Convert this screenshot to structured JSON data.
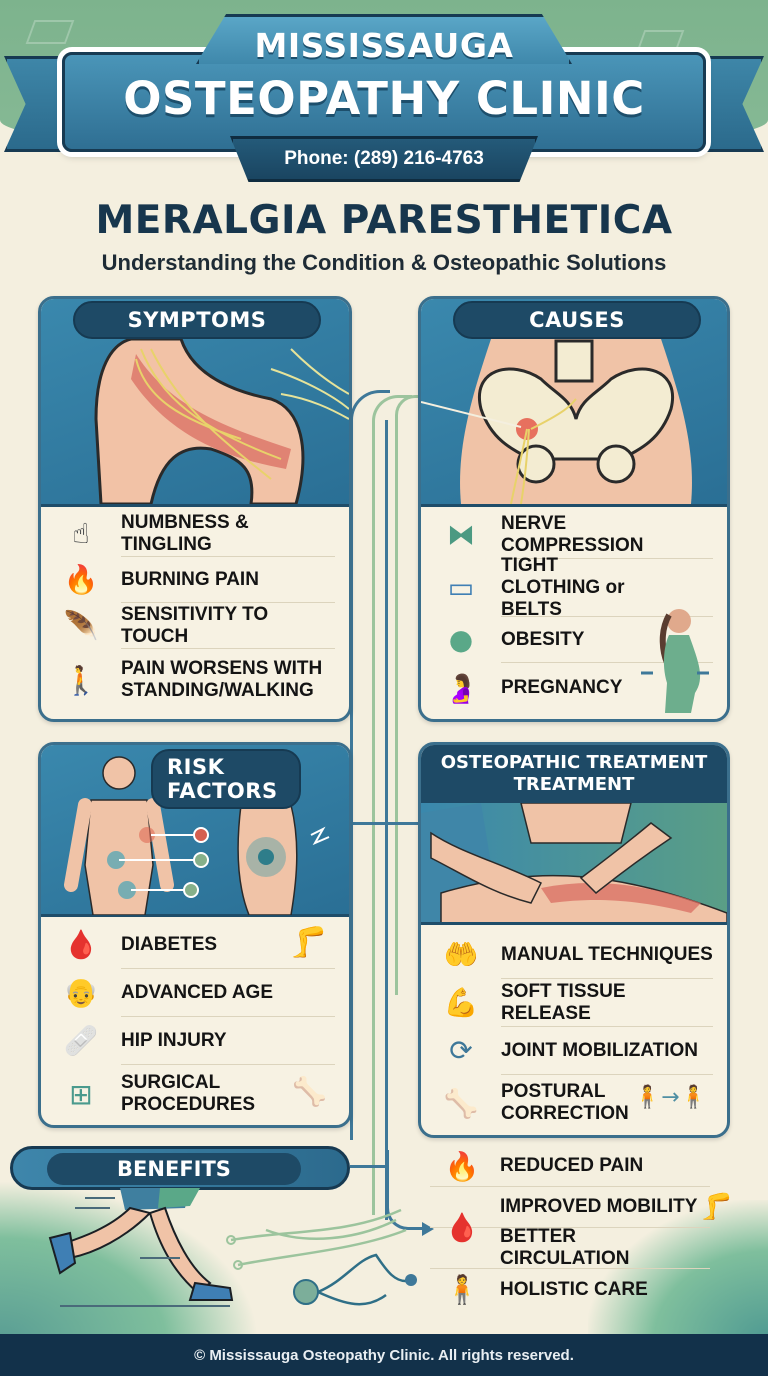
{
  "header": {
    "title_line1": "MISSISSAUGA",
    "title_line2": "OSTEOPATHY CLINIC",
    "phone": "Phone: (289) 216-4763"
  },
  "page": {
    "title": "MERALGIA PARESTHETICA",
    "subtitle": "Understanding the Condition & Osteopathic Solutions"
  },
  "colors": {
    "primary_blue": "#2f6f93",
    "dark_navy": "#17364d",
    "header_green": "#7db38d",
    "background_cream": "#f4efdf",
    "footer_navy": "#12314a"
  },
  "symptoms": {
    "heading": "SYMPTOMS",
    "illustration": "thigh-nerve-illustration",
    "items": [
      {
        "icon": "touch-hand-icon",
        "label": "NUMBNESS & TINGLING"
      },
      {
        "icon": "flame-icon",
        "label": "BURNING PAIN"
      },
      {
        "icon": "feather-icon",
        "label": "SENSITIVITY TO TOUCH"
      },
      {
        "icon": "walking-person-icon",
        "label": "PAIN WORSENS WITH STANDING/WALKING"
      }
    ]
  },
  "causes": {
    "heading": "CAUSES",
    "illustration": "pelvis-nerve-compression-illustration",
    "items": [
      {
        "icon": "compressed-nerve-icon",
        "label": "NERVE COMPRESSION"
      },
      {
        "icon": "belt-icon",
        "label": "TIGHT CLOTHING or BELTS"
      },
      {
        "icon": "obese-figure-icon",
        "label": "OBESITY"
      },
      {
        "icon": "pregnant-figure-icon",
        "label": "PREGNANCY"
      }
    ]
  },
  "risk_factors": {
    "heading_line1": "RISK",
    "heading_line2": "FACTORS",
    "illustration": "body-risk-points-illustration",
    "items": [
      {
        "icon": "glucose-meter-icon",
        "label": "DIABETES"
      },
      {
        "icon": "elderly-man-icon",
        "label": "ADVANCED AGE"
      },
      {
        "icon": "bandaged-hip-icon",
        "label": "HIP INJURY"
      },
      {
        "icon": "medical-kit-icon",
        "label": "SURGICAL PROCEDURES"
      }
    ]
  },
  "treatment": {
    "heading_line1": "OSTEOPATHIC TREATMENT",
    "heading_line2": "TREATMENT",
    "illustration": "manual-therapy-illustration",
    "items": [
      {
        "icon": "hands-icon",
        "label": "MANUAL TECHNIQUES"
      },
      {
        "icon": "muscle-icon",
        "label": "SOFT TISSUE RELEASE"
      },
      {
        "icon": "joint-rotation-icon",
        "label": "JOINT MOBILIZATION"
      },
      {
        "icon": "pelvis-icon",
        "label": "POSTURAL CORRECTION"
      }
    ]
  },
  "benefits": {
    "heading": "BENEFITS",
    "illustration": "running-legs-illustration",
    "items": [
      {
        "icon": "flame-icon",
        "label": "REDUCED PAIN"
      },
      {
        "icon": "legs-motion-icon",
        "label": "IMPROVED MOBILITY"
      },
      {
        "icon": "blood-drop-icon",
        "label": "BETTER CIRCULATION"
      },
      {
        "icon": "holistic-person-icon",
        "label": "HOLISTIC CARE"
      }
    ]
  },
  "footer": {
    "text": "© Mississauga Osteopathy Clinic. All rights reserved."
  }
}
